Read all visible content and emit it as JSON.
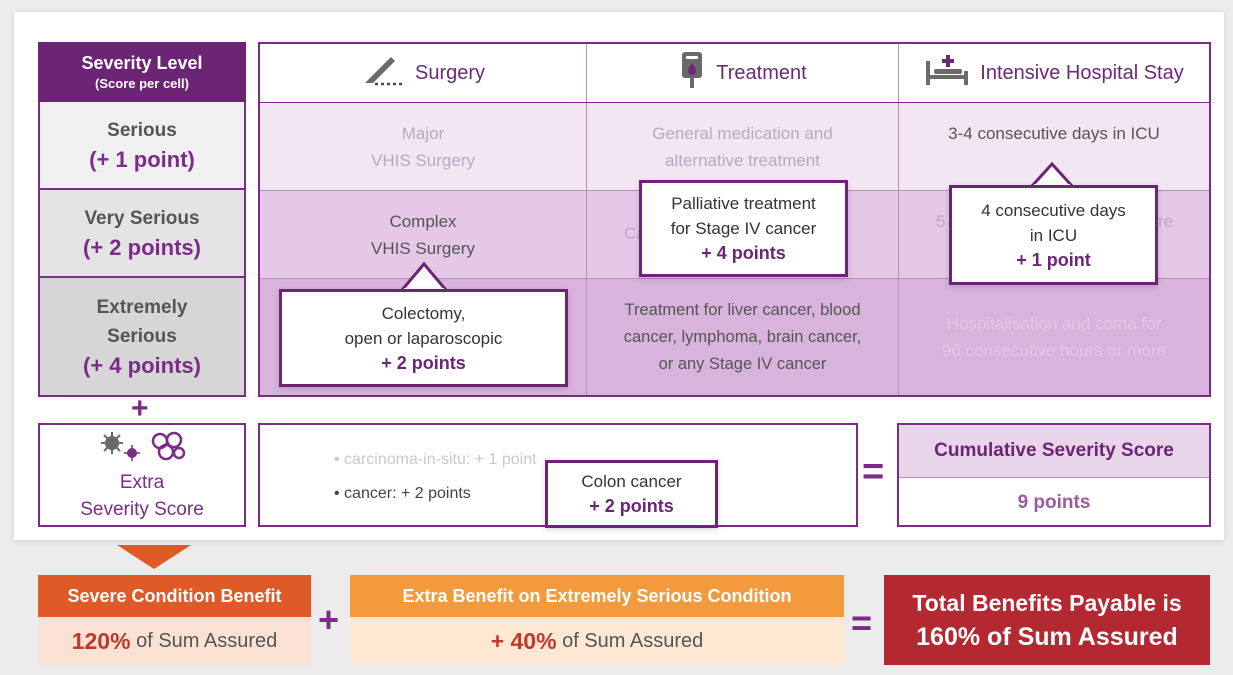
{
  "header": {
    "severity_level": "Severity Level",
    "score_per_cell": "(Score per cell)",
    "surgery": "Surgery",
    "treatment": "Treatment",
    "hospital_stay": "Intensive Hospital Stay"
  },
  "rows": [
    {
      "label": "Serious",
      "points": "(+ 1 point)"
    },
    {
      "label": "Very Serious",
      "points": "(+ 2 points)"
    },
    {
      "label1": "Extremely",
      "label2": "Serious",
      "points": "(+ 4 points)"
    }
  ],
  "cells": {
    "serious_surgery_1": "Major",
    "serious_surgery_2": "VHIS Surgery",
    "serious_treatment_1": "General medication and",
    "serious_treatment_2": "alternative treatment",
    "serious_stay": "3-4 consecutive days in ICU",
    "very_surgery_1": "Complex",
    "very_surgery_2": "VHIS Surgery",
    "very_treatment_partial": "Ca",
    "very_stay_partial_left": "5",
    "very_stay_partial_right": "re",
    "ext_treatment_1": "Treatment for liver cancer, blood",
    "ext_treatment_2": "cancer, lymphoma, brain cancer,",
    "ext_treatment_3": "or any Stage IV cancer",
    "ext_stay_1": "Hospitalisation and coma for",
    "ext_stay_2": "96 consecutive hours or more"
  },
  "callouts": {
    "colectomy_1": "Colectomy,",
    "colectomy_2": "open or laparoscopic",
    "colectomy_pts": "+ 2 points",
    "palliative_1": "Palliative treatment",
    "palliative_2": "for Stage IV cancer",
    "palliative_pts": "+ 4 points",
    "icu_1": "4 consecutive days",
    "icu_2": "in ICU",
    "icu_pts": "+ 1 point",
    "colon_1": "Colon cancer",
    "colon_pts": "+ 2 points"
  },
  "extra": {
    "label1": "Extra",
    "label2": "Severity Score",
    "bullet1": "carcinoma-in-situ: + 1 point",
    "bullet2": "cancer: + 2 points"
  },
  "cumulative": {
    "title": "Cumulative Severity Score",
    "value": "9 points"
  },
  "benefits": {
    "severe_title": "Severe Condition Benefit",
    "severe_pct": "120%",
    "severe_rest": " of Sum Assured",
    "extra_title": "Extra Benefit on Extremely Serious Condition",
    "extra_pct": "+ 40%",
    "extra_rest": " of Sum Assured",
    "total_1": "Total Benefits Payable is",
    "total_2": "160% of Sum Assured"
  },
  "symbols": {
    "plus": "+",
    "equals": "="
  },
  "colors": {
    "purple": "#6c2474",
    "orange": "#e05a28",
    "light_orange": "#f39b3c",
    "red": "#b42831"
  }
}
